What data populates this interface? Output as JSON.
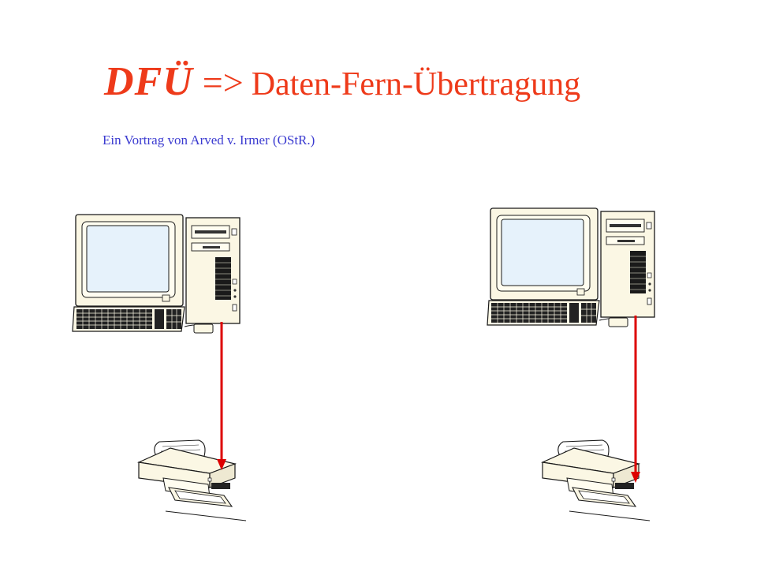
{
  "colors": {
    "title": "#ee3a1a",
    "subtitle": "#3a3ad0",
    "cable": "#dd0000",
    "device_body": "#fbf7e4",
    "screen": "#e6f2fb",
    "outline": "#1a1a1a"
  },
  "slide": {
    "title_abbr": "DFÜ",
    "title_arrow": "=>",
    "title_full": "Daten-Fern-Übertragung",
    "subtitle": "Ein Vortrag von Arved v. Irmer (OStR.)"
  },
  "diagram": {
    "stations": [
      {
        "name": "left",
        "devices": [
          "desktop-computer-icon",
          "printer-icon"
        ]
      },
      {
        "name": "right",
        "devices": [
          "desktop-computer-icon",
          "printer-icon"
        ]
      }
    ]
  }
}
